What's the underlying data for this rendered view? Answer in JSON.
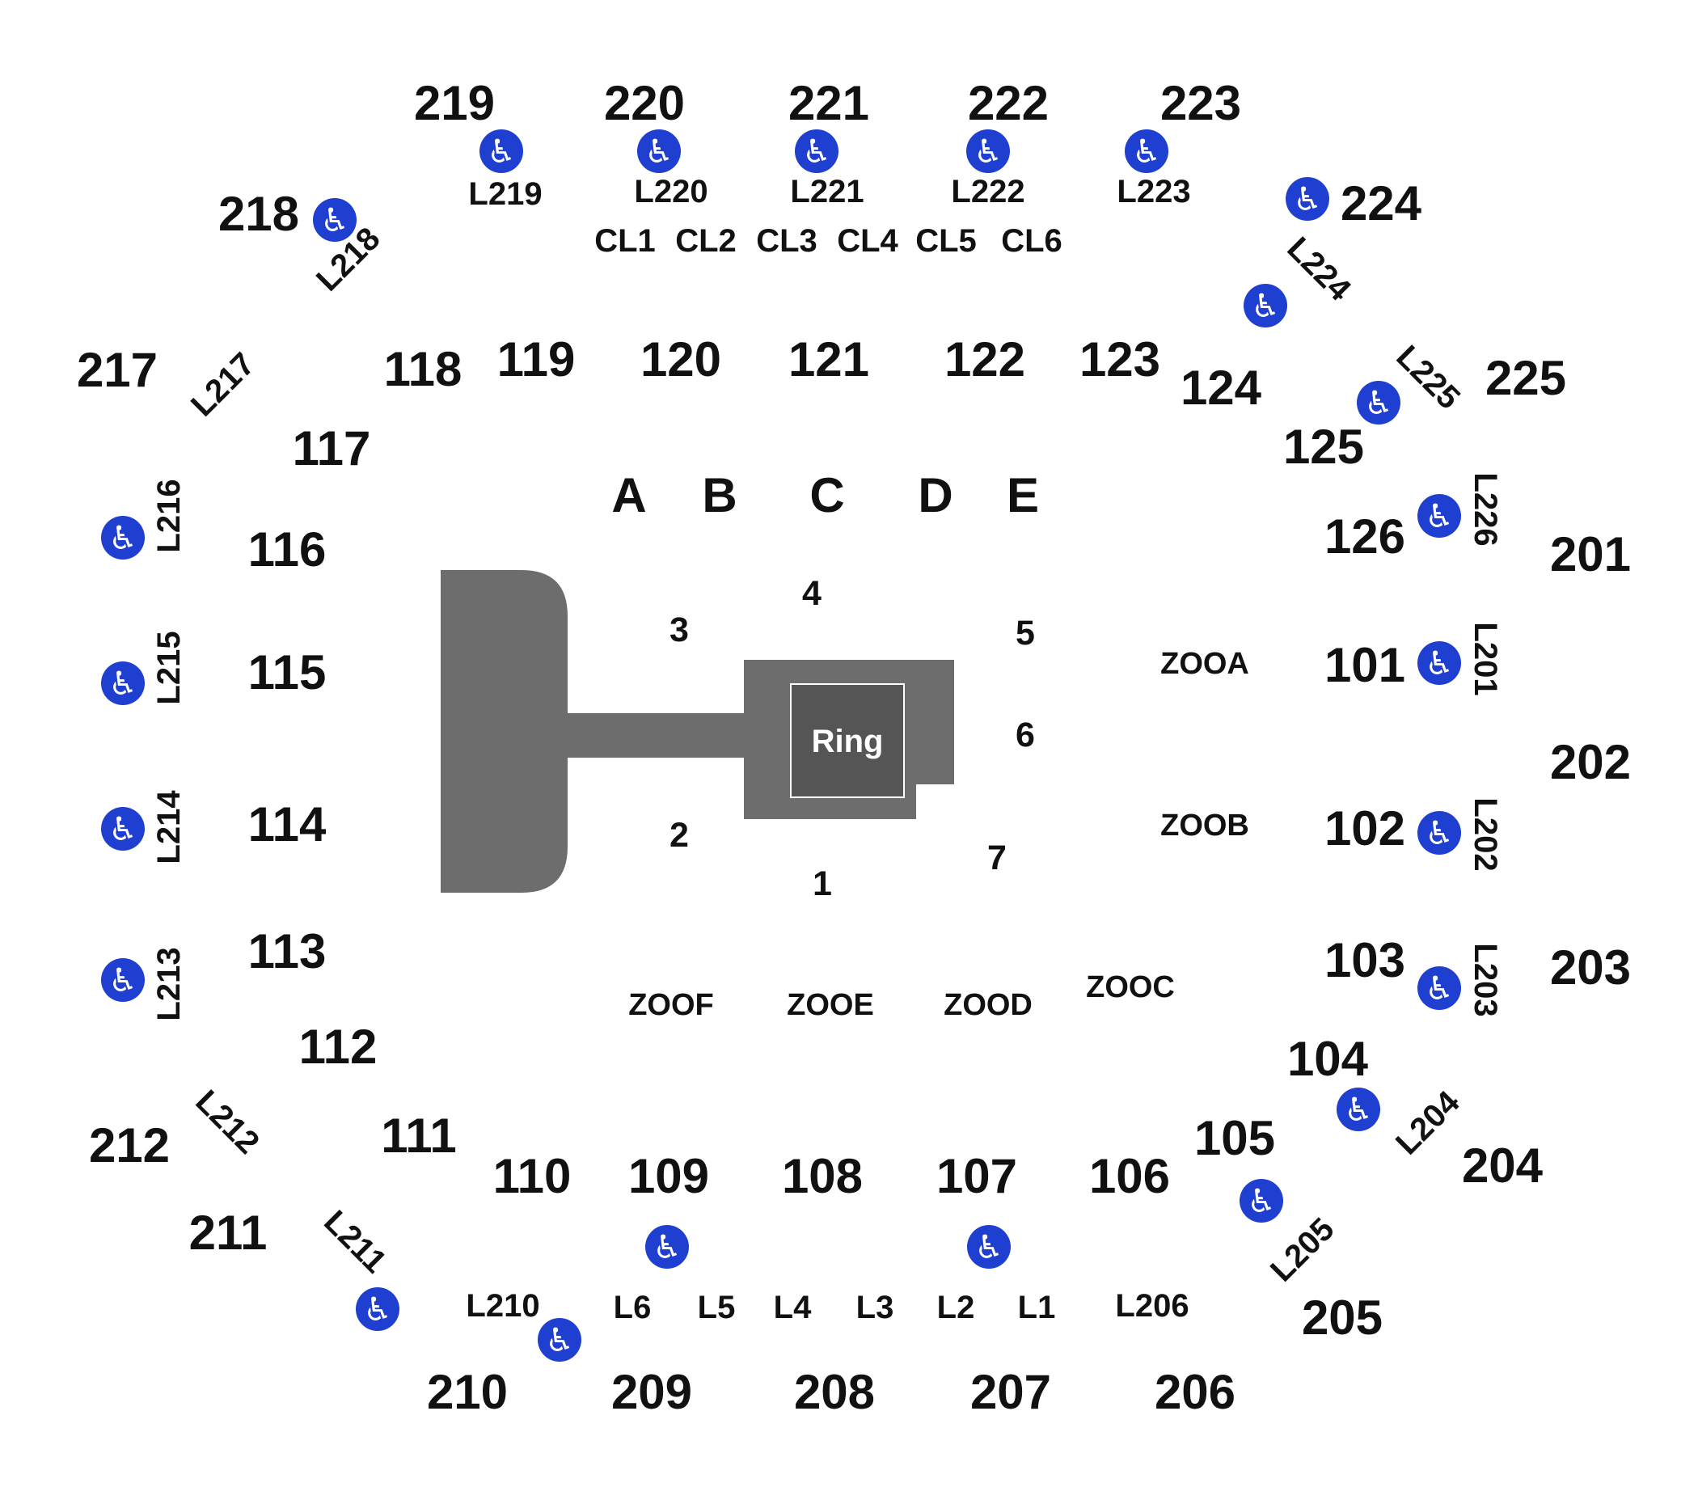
{
  "colors": {
    "background": "#ffffff",
    "text": "#111111",
    "stage_fill": "#6d6d6d",
    "ring_fill": "#555555",
    "ring_border": "#ffffff",
    "accessible_icon": "#1f3fd0"
  },
  "icons": {
    "accessible": "wheelchair-accessible-icon"
  },
  "stage": {
    "ring_label": "Ring"
  },
  "upper_sections": [
    "219",
    "220",
    "221",
    "222",
    "223",
    "224",
    "225",
    "201",
    "202",
    "203",
    "204",
    "205",
    "206",
    "207",
    "208",
    "209",
    "210",
    "211",
    "212",
    "217",
    "218"
  ],
  "lower_sections": [
    "118",
    "119",
    "120",
    "121",
    "122",
    "123",
    "124",
    "125",
    "126",
    "101",
    "102",
    "103",
    "104",
    "105",
    "106",
    "107",
    "108",
    "109",
    "110",
    "111",
    "112",
    "113",
    "114",
    "115",
    "116",
    "117"
  ],
  "floor_sections": [
    "A",
    "B",
    "C",
    "D",
    "E"
  ],
  "floor_numbers": [
    "1",
    "2",
    "3",
    "4",
    "5",
    "6",
    "7"
  ],
  "zones": [
    "ZOOA",
    "ZOOB",
    "ZOOC",
    "ZOOD",
    "ZOOE",
    "ZOOF"
  ],
  "loge_boxes": [
    "L219",
    "L220",
    "L221",
    "L222",
    "L223",
    "L218",
    "L224",
    "L217",
    "L225",
    "L216",
    "L226",
    "L215",
    "L201",
    "L214",
    "L202",
    "L213",
    "L203",
    "L212",
    "L204",
    "L211",
    "L205",
    "L210",
    "L206",
    "L6",
    "L5",
    "L4",
    "L3",
    "L2",
    "L1"
  ],
  "club_boxes": [
    "CL1",
    "CL2",
    "CL3",
    "CL4",
    "CL5",
    "CL6"
  ]
}
